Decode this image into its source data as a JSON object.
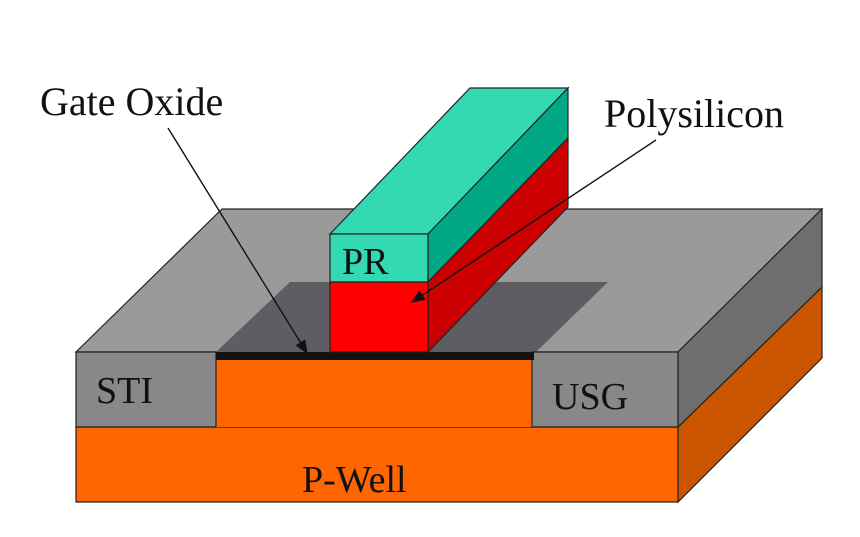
{
  "labels": {
    "gate_oxide": "Gate Oxide",
    "polysilicon": "Polysilicon",
    "pr": "PR",
    "sti": "STI",
    "usg": "USG",
    "p_well": "P-Well"
  },
  "colors": {
    "p_well_front": "#ff6600",
    "p_well_side": "#cc5500",
    "sti_top": "#9a9a9a",
    "sti_front": "#888888",
    "sti_side": "#6e6e6e",
    "active_area": "#5e5e62",
    "gate_oxide": "#111111",
    "pr_front": "#33d9b2",
    "pr_top": "#33d9b2",
    "pr_side": "#00a884",
    "poly_front": "#ff0000",
    "poly_side": "#cc0000"
  }
}
